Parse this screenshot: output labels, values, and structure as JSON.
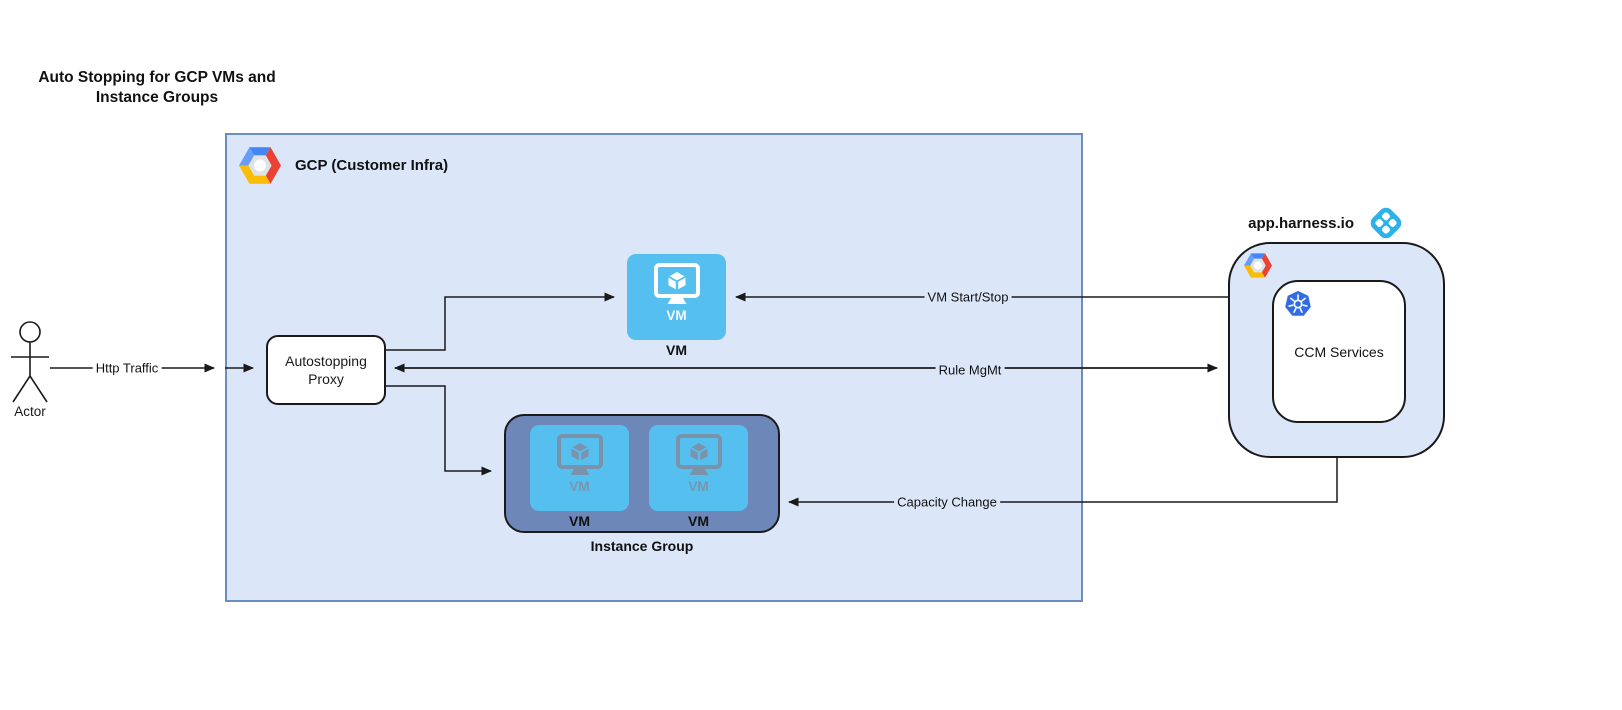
{
  "title": "Auto Stopping for GCP VMs and Instance Groups",
  "actor": {
    "label": "Actor"
  },
  "gcp": {
    "label": "GCP (Customer Infra)"
  },
  "proxy": {
    "label": "Autostopping Proxy"
  },
  "vm": {
    "tile_label": "VM",
    "caption": "VM"
  },
  "instance_group": {
    "caption": "Instance Group",
    "vms": [
      {
        "tile_label": "VM",
        "caption": "VM"
      },
      {
        "tile_label": "VM",
        "caption": "VM"
      }
    ]
  },
  "harness": {
    "title": "app.harness.io",
    "ccm_label": "CCM Services"
  },
  "edges": {
    "http_traffic": "Http Traffic",
    "vm_start_stop": "VM Start/Stop",
    "rule_mgmt": "Rule MgMt",
    "capacity_change": "Capacity Change"
  },
  "icons": {
    "gcp_logo": "gcp-hexagon-logo",
    "harness_logo": "harness-diamond-logo",
    "kubernetes": "kubernetes-helm-wheel",
    "vm_monitor": "monitor-with-cube",
    "actor": "uml-stick-figure"
  },
  "colors": {
    "gcp_box_fill": "#dbe6f9",
    "gcp_box_stroke": "#6c8ebf",
    "vm_tile_fill": "#55bfef",
    "instance_group_fill": "#6d88b8",
    "harness_box_fill": "#dbe6f9",
    "harness_logo_cyan": "#2cb1e8",
    "kubernetes_blue": "#326ce5",
    "muted_monitor": "#7a93ab",
    "connector": "#1a1a1a"
  }
}
